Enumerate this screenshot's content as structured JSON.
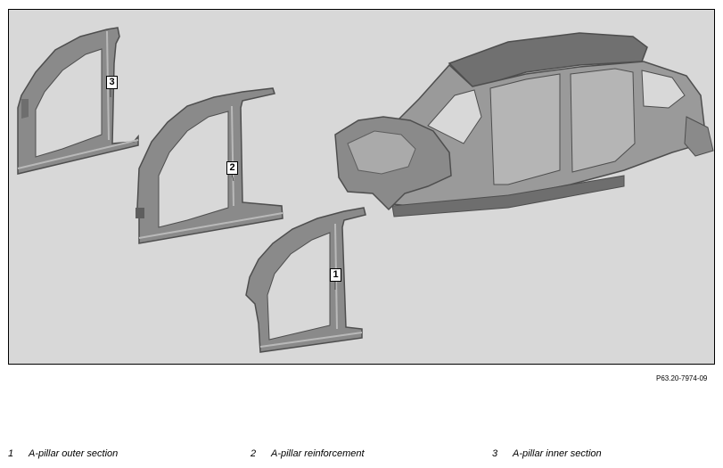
{
  "figure": {
    "callouts": [
      {
        "num": "1",
        "target": "A-pillar outer section"
      },
      {
        "num": "2",
        "target": "A-pillar reinforcement"
      },
      {
        "num": "3",
        "target": "A-pillar inner section"
      }
    ],
    "reference": "P63.20-7974-09",
    "colors": {
      "background": "#d8d8d8",
      "metal": "#8a8a8a",
      "metal_dark": "#4e4e4e",
      "metal_light": "#b9b9b9",
      "roof": "#707070"
    }
  },
  "legend": [
    {
      "num": "1",
      "label": "A-pillar outer section"
    },
    {
      "num": "2",
      "label": "A-pillar reinforcement"
    },
    {
      "num": "3",
      "label": "A-pillar inner section"
    }
  ]
}
